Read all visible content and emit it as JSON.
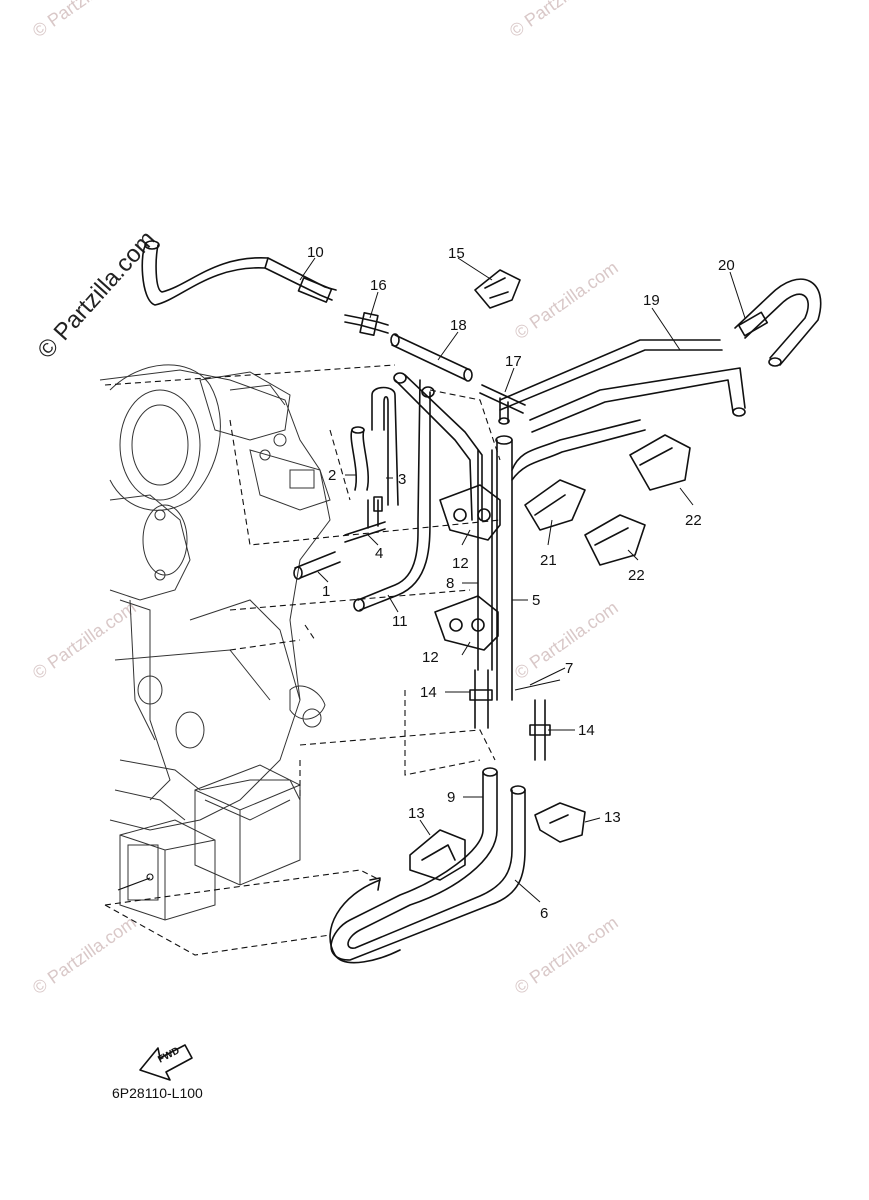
{
  "watermark": {
    "brand": "© Partzilla.com",
    "small": "© Partzilla.com"
  },
  "diagram_code": "6P28110-L100",
  "fwd_label": "FWD",
  "callouts": [
    {
      "id": "c1",
      "label": "1"
    },
    {
      "id": "c2",
      "label": "2"
    },
    {
      "id": "c3",
      "label": "3"
    },
    {
      "id": "c4",
      "label": "4"
    },
    {
      "id": "c5",
      "label": "5"
    },
    {
      "id": "c6",
      "label": "6"
    },
    {
      "id": "c7",
      "label": "7"
    },
    {
      "id": "c8",
      "label": "8"
    },
    {
      "id": "c9",
      "label": "9"
    },
    {
      "id": "c10",
      "label": "10"
    },
    {
      "id": "c11",
      "label": "11"
    },
    {
      "id": "c12a",
      "label": "12"
    },
    {
      "id": "c12b",
      "label": "12"
    },
    {
      "id": "c13a",
      "label": "13"
    },
    {
      "id": "c13b",
      "label": "13"
    },
    {
      "id": "c14a",
      "label": "14"
    },
    {
      "id": "c14b",
      "label": "14"
    },
    {
      "id": "c15",
      "label": "15"
    },
    {
      "id": "c16",
      "label": "16"
    },
    {
      "id": "c17",
      "label": "17"
    },
    {
      "id": "c18",
      "label": "18"
    },
    {
      "id": "c19",
      "label": "19"
    },
    {
      "id": "c20",
      "label": "20"
    },
    {
      "id": "c21",
      "label": "21"
    },
    {
      "id": "c22a",
      "label": "22"
    },
    {
      "id": "c22b",
      "label": "22"
    }
  ]
}
